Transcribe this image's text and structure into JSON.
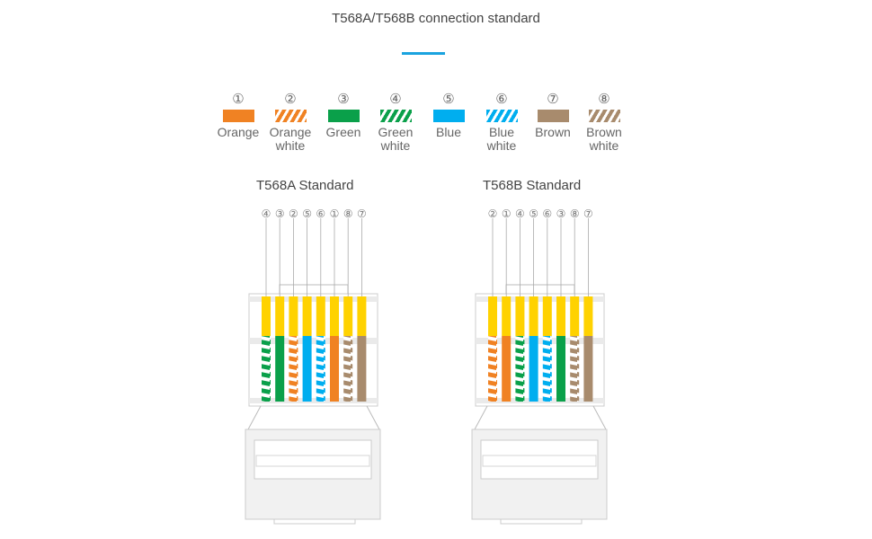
{
  "title": "T568A/T568B connection standard",
  "colors": {
    "accent": "#1aa3df",
    "orange": "#F08223",
    "green": "#0AA04A",
    "blue": "#00AEEF",
    "brown": "#A88B6D",
    "gold": "#FFD200"
  },
  "legend": [
    {
      "num": "①",
      "color": "orange",
      "striped": false,
      "line1": "Orange",
      "line2": ""
    },
    {
      "num": "②",
      "color": "orange",
      "striped": true,
      "line1": "Orange",
      "line2": "white"
    },
    {
      "num": "③",
      "color": "green",
      "striped": false,
      "line1": "Green",
      "line2": ""
    },
    {
      "num": "④",
      "color": "green",
      "striped": true,
      "line1": "Green",
      "line2": "white"
    },
    {
      "num": "⑤",
      "color": "blue",
      "striped": false,
      "line1": "Blue",
      "line2": ""
    },
    {
      "num": "⑥",
      "color": "blue",
      "striped": true,
      "line1": "Blue",
      "line2": "white"
    },
    {
      "num": "⑦",
      "color": "brown",
      "striped": false,
      "line1": "Brown",
      "line2": ""
    },
    {
      "num": "⑧",
      "color": "brown",
      "striped": true,
      "line1": "Brown",
      "line2": "white"
    }
  ],
  "standards": [
    {
      "title": "T568A Standard",
      "order": [
        4,
        3,
        2,
        5,
        6,
        1,
        8,
        7
      ]
    },
    {
      "title": "T568B Standard",
      "order": [
        2,
        1,
        4,
        5,
        6,
        3,
        8,
        7
      ]
    }
  ]
}
